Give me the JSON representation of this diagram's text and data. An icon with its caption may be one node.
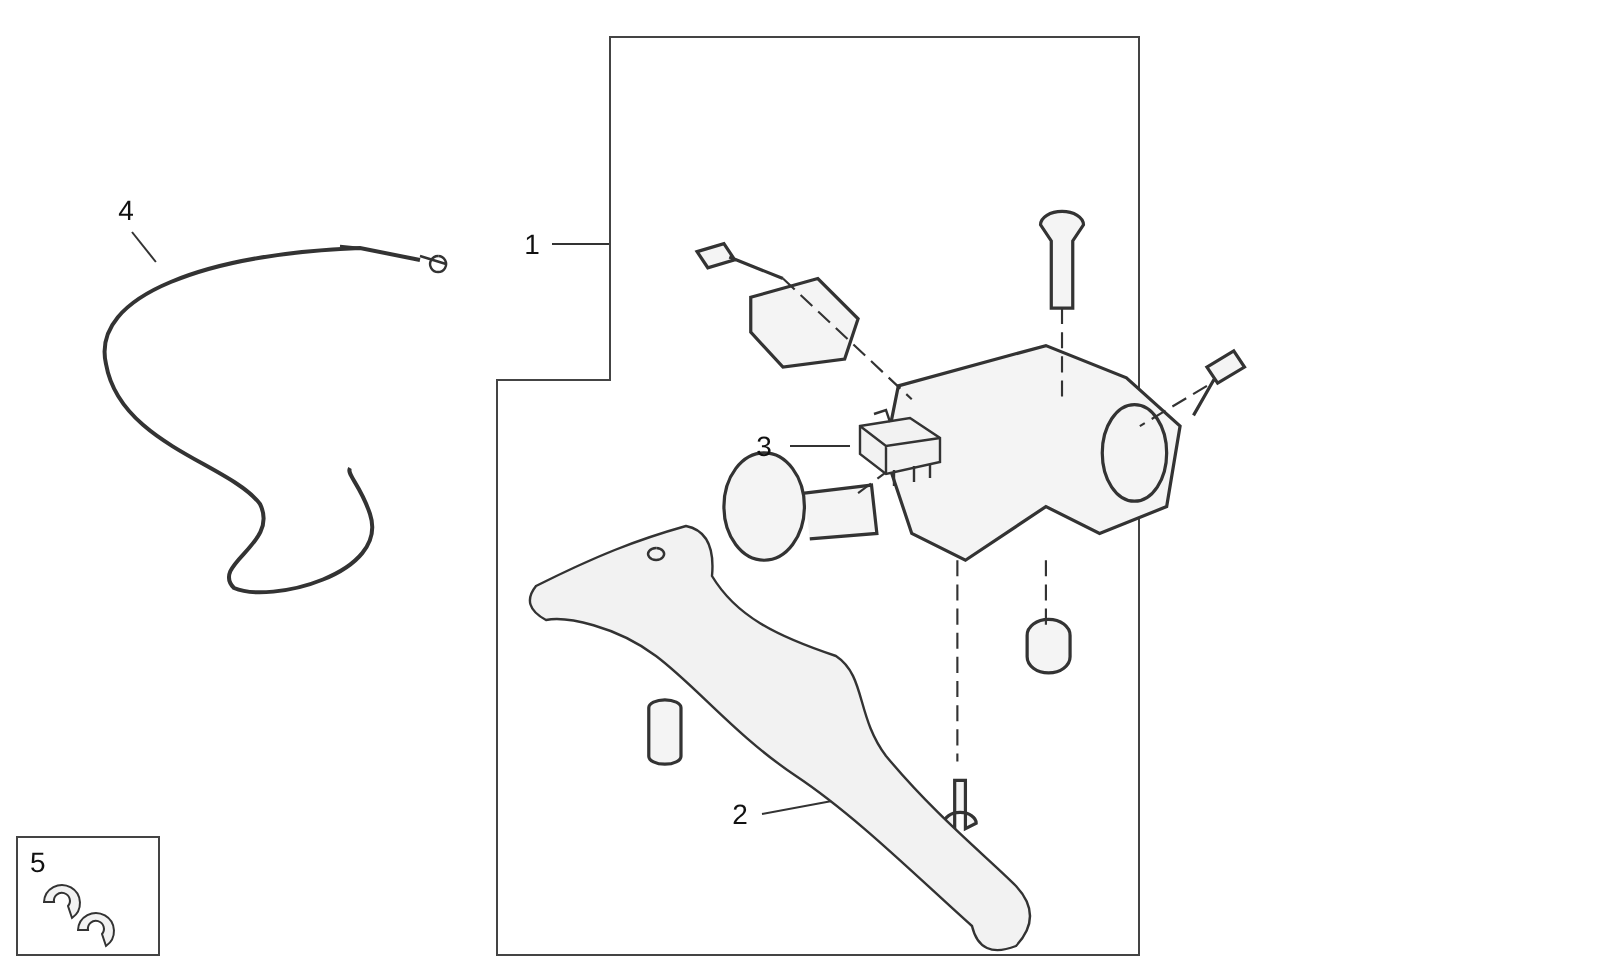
{
  "diagram": {
    "nodes": [
      {
        "text": [
          "1"
        ]
      },
      {
        "text": [],
        "shape": "box"
      },
      {
        "text": [],
        "shape": "picture",
        "in": 1
      },
      {
        "text": [
          "2"
        ],
        "in": 1
      },
      {
        "text": [],
        "shape": "picture",
        "in": 1
      },
      {
        "text": [
          "3"
        ],
        "in": 1
      },
      {
        "text": [
          "4"
        ]
      },
      {
        "text": [],
        "shape": "picture"
      },
      {
        "text": [
          "5"
        ]
      }
    ],
    "edges": [
      {
        "from": 0,
        "to": 1,
        "arrow": "none"
      },
      {
        "from": 3,
        "to": 2,
        "arrow": "none"
      },
      {
        "from": 5,
        "to": 4,
        "arrow": "none"
      },
      {
        "from": 6,
        "to": 7,
        "arrow": "none"
      }
    ]
  }
}
